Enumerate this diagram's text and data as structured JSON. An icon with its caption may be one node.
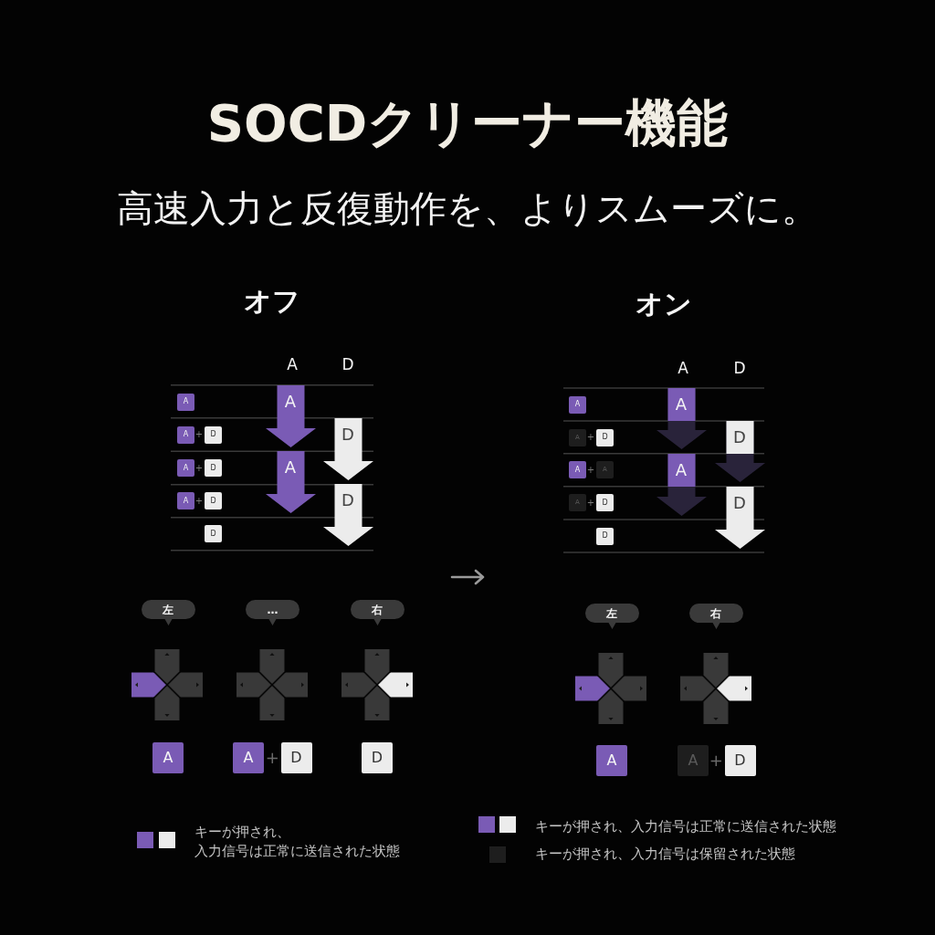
{
  "diagram": {
    "title": "SOCDクリーナー機能",
    "nodes": [
      {
        "text": [
          "A"
        ]
      },
      {
        "text": [
          "A"
        ]
      },
      {
        "text": [
          "D"
        ]
      },
      {
        "text": [
          "A"
        ]
      },
      {
        "text": [
          "D"
        ]
      },
      {
        "text": [
          "A"
        ]
      },
      {
        "text": [
          "D"
        ]
      },
      {
        "text": [
          "D"
        ]
      },
      {
        "text": [
          "A"
        ]
      },
      {
        "text": [
          "D"
        ]
      },
      {
        "text": [
          "A"
        ]
      },
      {
        "text": [
          "D"
        ]
      },
      {
        "text": [
          "左"
        ]
      },
      {
        "text": [
          "…"
        ]
      },
      {
        "text": [
          "右"
        ]
      },
      {
        "text": [
          "A"
        ]
      },
      {
        "text": [
          "A"
        ]
      },
      {
        "text": [
          "D"
        ]
      },
      {
        "text": [
          "D"
        ]
      },
      {
        "text": [
          "A"
        ]
      },
      {
        "text": [
          "A"
        ]
      },
      {
        "text": [
          "D"
        ]
      },
      {
        "text": [
          "A"
        ]
      },
      {
        "text": [
          "A"
        ]
      },
      {
        "text": [
          "A"
        ]
      },
      {
        "text": [
          "D"
        ]
      },
      {
        "text": [
          "D"
        ]
      },
      {
        "text": [
          "A"
        ]
      },
      {
        "text": [
          "D"
        ]
      },
      {
        "text": [
          "A"
        ]
      },
      {
        "text": [
          "D"
        ]
      },
      {
        "text": [
          "左"
        ]
      },
      {
        "text": [
          "右"
        ]
      },
      {
        "text": [
          "A"
        ]
      },
      {
        "text": [
          "A"
        ]
      },
      {
        "text": [
          "D"
        ]
      }
    ],
    "labels": [
      "高速入力と反復動作を、よりスムーズに。",
      "オフ",
      "オン",
      "A",
      "D",
      "+",
      "+",
      "+",
      "A",
      "D",
      "+",
      "+",
      "+",
      "+",
      "+"
    ],
    "legend": [
      {
        "text": "キーが押され、入力信号は正常に送信された状態",
        "color": "#7a5bb5"
      },
      {
        "text": "キーが押され、入力信号は正常に送信された状態",
        "color": "#7a5bb5"
      },
      {
        "text": "キーが押され、入力信号は保留された状態",
        "color": "#1e1e1e"
      }
    ]
  }
}
